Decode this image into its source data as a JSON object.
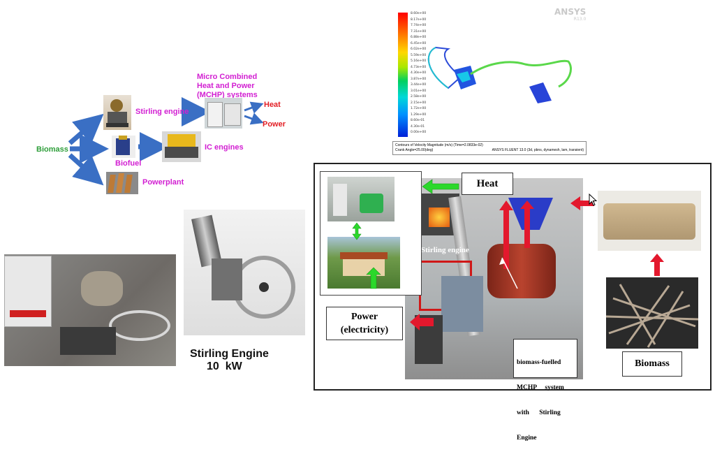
{
  "flow": {
    "biomass": "Biomass",
    "stirling": "Stirling engine",
    "biofuel": "Biofuel",
    "ic": "IC engines",
    "powerplant": "Powerplant",
    "mchp_line1": "Micro Combined",
    "mchp_line2": "Heat and Power",
    "mchp_line3": "(MCHP) systems",
    "heat": "Heat",
    "power": "Power"
  },
  "cfd": {
    "logo_main": "ANSYS",
    "logo_sub": "R13.0",
    "scale": [
      "8.60e+00",
      "8.17e+00",
      "7.74e+00",
      "7.31e+00",
      "6.88e+00",
      "6.45e+00",
      "6.02e+00",
      "5.59e+00",
      "5.16e+00",
      "4.73e+00",
      "4.30e+00",
      "3.87e+00",
      "3.44e+00",
      "3.01e+00",
      "2.58e+00",
      "2.15e+00",
      "1.72e+00",
      "1.29e+00",
      "8.60e-01",
      "4.30e-01",
      "0.00e+00"
    ],
    "caption_line1": "Contours of Velocity Magnitude (m/s)  (Time=2.0833e-02)",
    "caption_line2_left": "Crank Angle=25.00(deg)",
    "caption_line2_right": "ANSYS FLUENT 13.0 (3d, pbns, dynamesh, lam, transient)"
  },
  "engine_caption": {
    "line1": "Stirling Engine",
    "line2": "10  kW"
  },
  "system": {
    "heat": "Heat",
    "stirling": "Stirling engine",
    "power_line1": "Power",
    "power_line2": "(electricity)",
    "mchp_line1": "biomass-fuelled",
    "mchp_line2": "MCHP     system",
    "mchp_line3": "with      Stirling",
    "mchp_line4": "Engine",
    "biomass": "Biomass"
  },
  "colors": {
    "flow_arrow": "#3a6fc4",
    "green_arrow": "#2bd82b",
    "red_arrow": "#e3182d",
    "label_green": "#2e9e3a",
    "label_magenta": "#d21fd2",
    "label_red": "#e31e24"
  }
}
